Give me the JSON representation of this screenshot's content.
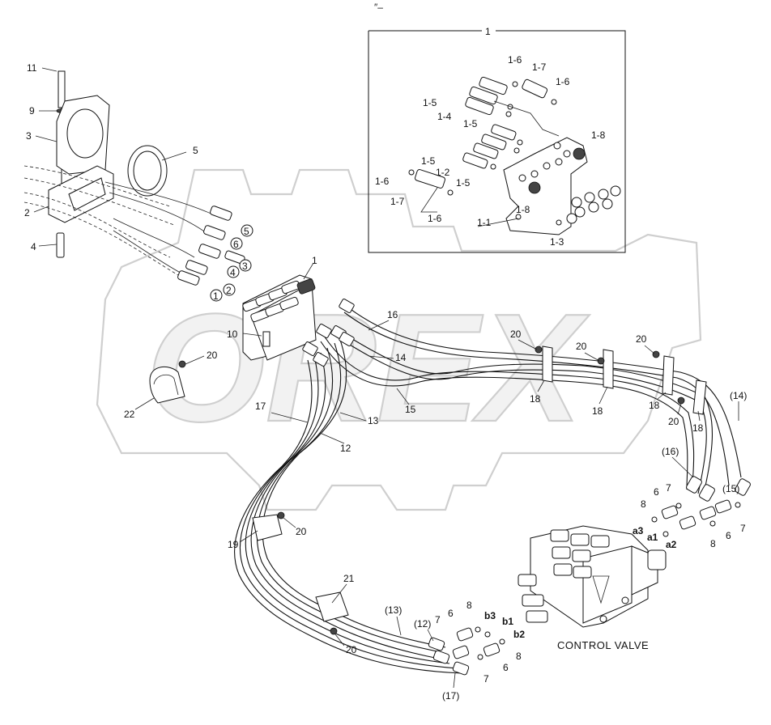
{
  "header_mark": "″–",
  "callouts": {
    "c1_top": "1",
    "c1_8a": "1-8",
    "c1_8b": "1-8",
    "c1_7a": "1-7",
    "c1_7b": "1-7",
    "c1_6a": "1-6",
    "c1_6b": "1-6",
    "c1_6c": "1-6",
    "c1_6d": "1-6",
    "c1_5a": "1-5",
    "c1_5b": "1-5",
    "c1_5c": "1-5",
    "c1_5d": "1-5",
    "c1_4": "1-4",
    "c1_2": "1-2",
    "c1_1": "1-1",
    "c1_3": "1-3",
    "c11": "11",
    "c9": "9",
    "c3": "3",
    "c5": "5",
    "c2": "2",
    "c4": "4",
    "c1_main": "1",
    "c10": "10",
    "c20a": "20",
    "c20b": "20",
    "c20c": "20",
    "c20d": "20",
    "c20e": "20",
    "c20f": "20",
    "c20g": "20",
    "c22": "22",
    "c16": "16",
    "c14": "14",
    "c15": "15",
    "c17": "17",
    "c13": "13",
    "c12": "12",
    "c18a": "18",
    "c18b": "18",
    "c18c": "18",
    "c18d": "18",
    "c19": "19",
    "c21": "21",
    "p14": "(14)",
    "p16": "(16)",
    "p15": "(15)",
    "p13": "(13)",
    "p12": "(12)",
    "p17": "(17)",
    "c8a": "8",
    "c8b": "8",
    "c8c": "8",
    "c8d": "8",
    "c7a": "7",
    "c7b": "7",
    "c7c": "7",
    "c7d": "7",
    "c6a": "6",
    "c6b": "6",
    "c6c": "6",
    "c6d": "6",
    "a3": "a3",
    "a1": "a1",
    "a2": "a2",
    "b3": "b3",
    "b1": "b1",
    "b2": "b2"
  },
  "circled": [
    "5",
    "6",
    "4",
    "3",
    "2",
    "1"
  ],
  "control_valve_label": "CONTROL VALVE",
  "watermark": "OREX"
}
